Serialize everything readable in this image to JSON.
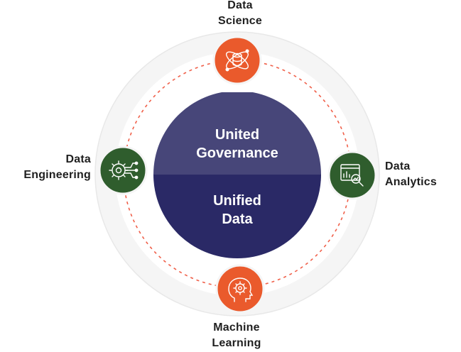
{
  "core": {
    "top_line1": "United",
    "top_line2": "Governance",
    "bottom_line1": "Unified",
    "bottom_line2": "Data"
  },
  "nodes": {
    "data_science": {
      "line1": "Data",
      "line2": "Science",
      "icon": "data-science-icon"
    },
    "data_engineering": {
      "line1": "Data",
      "line2": "Engineering",
      "icon": "gear-circuit-icon"
    },
    "data_analytics": {
      "line1": "Data",
      "line2": "Analytics",
      "icon": "analytics-magnifier-icon"
    },
    "machine_learning": {
      "line1": "Machine",
      "line2": "Learning",
      "icon": "brain-gear-icon"
    }
  },
  "colors": {
    "outer_ring": "#f5f5f5",
    "outer_ring_stroke": "#e6e6e6",
    "dashed_ring": "#f0604a",
    "core_top": "#474679",
    "core_bottom": "#2a2966",
    "orange_node": "#ea5a2c",
    "green_node": "#2f5d2d"
  }
}
